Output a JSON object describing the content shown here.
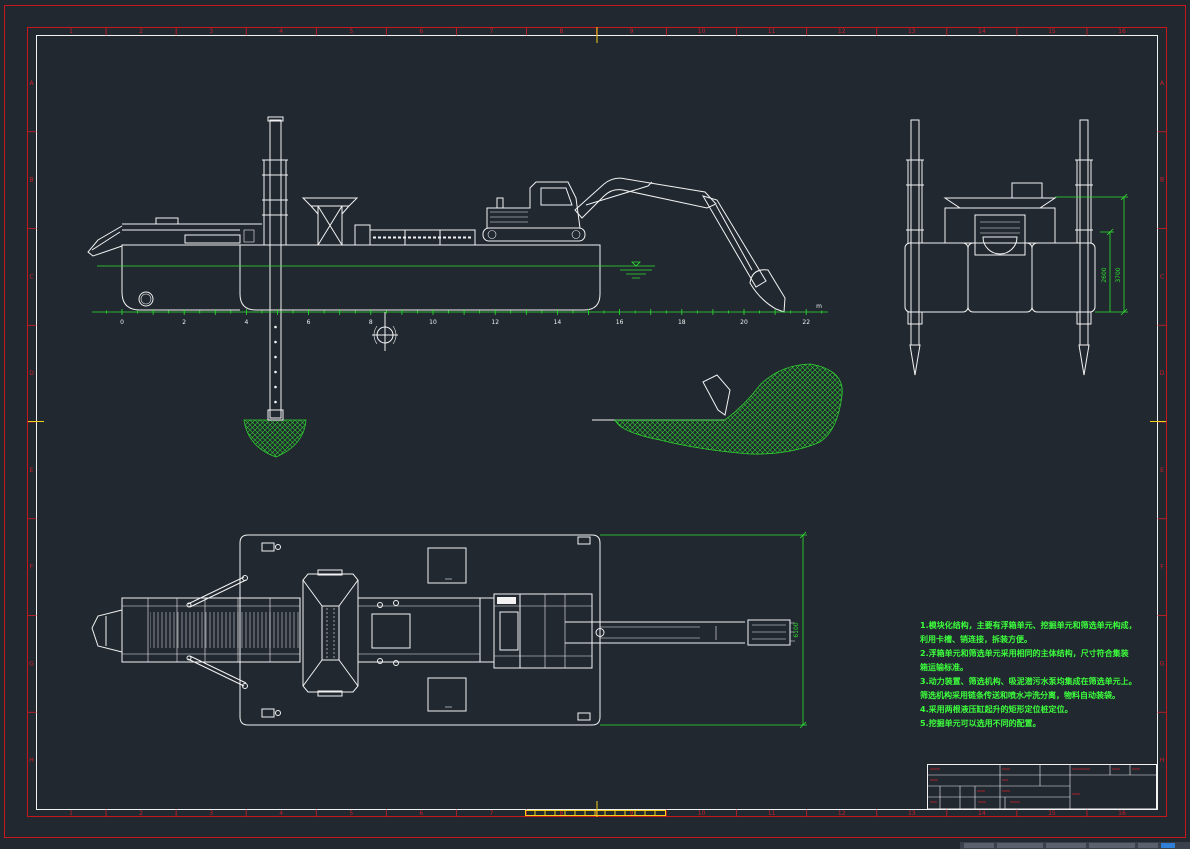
{
  "frame": {
    "zone_columns": [
      "1",
      "2",
      "3",
      "4",
      "5",
      "6",
      "7",
      "8",
      "9",
      "10",
      "11",
      "12",
      "13",
      "14",
      "15",
      "16"
    ],
    "zone_rows": [
      "A",
      "B",
      "C",
      "D",
      "E",
      "F",
      "G",
      "H"
    ]
  },
  "side_view": {
    "scale_labels": [
      "0",
      "2",
      "4",
      "6",
      "8",
      "10",
      "12",
      "14",
      "16",
      "18",
      "20",
      "22"
    ],
    "scale_unit": "m"
  },
  "rear_view": {
    "dimension_overall": "3700",
    "dimension_hull": "2600"
  },
  "top_view": {
    "dimension_width": "6100"
  },
  "notes": [
    "1.模块化结构，主要有浮箱单元、挖掘单元和筛选单元构成，",
    "利用卡槽、销连接，拆装方便。",
    "2.浮箱单元和筛选单元采用相同的主体结构，尺寸符合集装",
    "箱运输标准。",
    "3.动力装置、筛选机构、吸泥潜污水泵均集成在筛选单元上。",
    "筛选机构采用链条传送和喷水冲洗分离，物料自动装袋。",
    "4.采用两根液压缸起升的矩形定位桩定位。",
    "5.挖掘单元可以选用不同的配置。"
  ],
  "symbols": {
    "center_of_gravity": "center-of-gravity-icon",
    "waterline": "waterline-icon"
  },
  "colors": {
    "background": "#212830",
    "geometry": "#f2f2f2",
    "border": "#c8161d",
    "dimension": "#2fe02f",
    "notes": "#3cff3c",
    "center_mark": "#f0d21a"
  }
}
